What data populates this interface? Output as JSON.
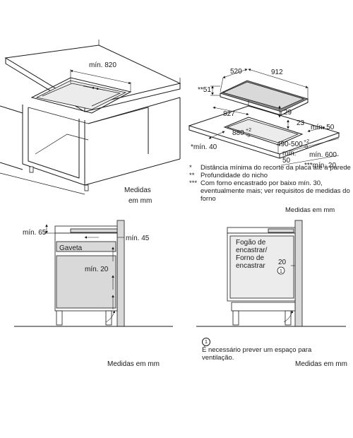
{
  "panel_tl": {
    "dim_min_820": "mín. 820",
    "units": [
      "Medidas",
      "em mm"
    ]
  },
  "panel_tr": {
    "dim_520": "520",
    "dim_912": "912",
    "dim_51": "**51",
    "dim_827": "827",
    "dim_29": "29",
    "dim_23": "23",
    "dim_min_50_right": "mín. 50",
    "dim_880": "880",
    "dim_880_sup": "+2",
    "dim_880_sub": "-0",
    "dim_490_500": "490-500",
    "dim_490_sup": "+2",
    "dim_490_sub": "-0",
    "dim_min_40": "*mín. 40",
    "dim_min_50_bottom": [
      "mín.",
      "50"
    ],
    "dim_min_600": "mín. 600",
    "dim_min_20": "***mín. 20",
    "notes": [
      {
        "mark": "*",
        "text": "Distância mínima do recorte da placa até à parede"
      },
      {
        "mark": "**",
        "text": "Profundidade do nicho"
      },
      {
        "mark": "***",
        "text": "Com forno encastrado por baixo mín. 30, eventualmente mais; ver requisitos de medidas do forno"
      }
    ],
    "units": "Medidas em mm"
  },
  "panel_bl": {
    "dim_min_65": "mín. 65",
    "dim_min_45": "mín. 45",
    "drawer_label": "Gaveta",
    "dim_min_20": "mín. 20",
    "units": "Medidas em mm"
  },
  "panel_br": {
    "oven_label": [
      "Fogão de",
      "encastrar/",
      "Forno de",
      "encastrar"
    ],
    "dim_20": "20",
    "circle_mark": "1",
    "vent_mark": "1",
    "vent_note": "É necessário prever um espaço para ventilação.",
    "units": "Medidas em mm"
  }
}
